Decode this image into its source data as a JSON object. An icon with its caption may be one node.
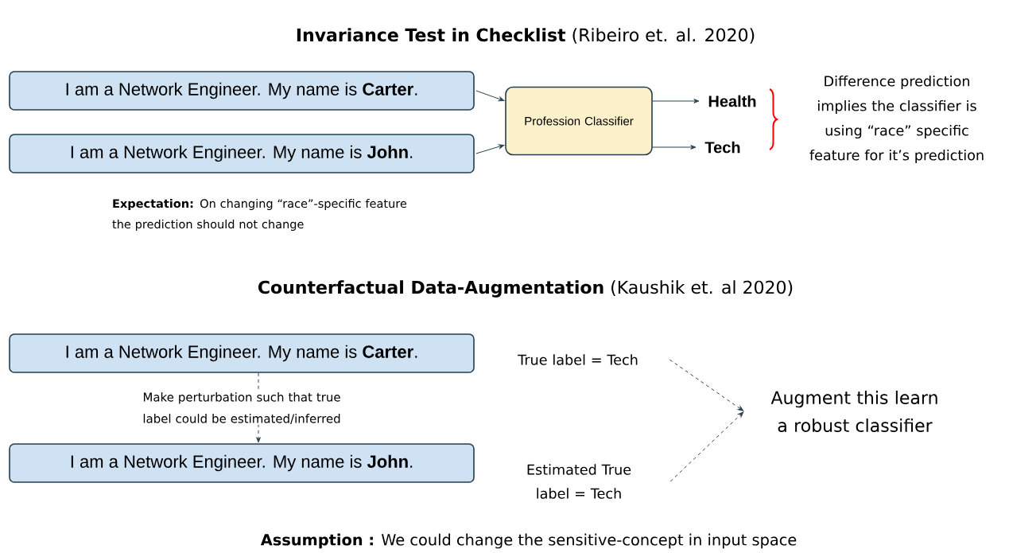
{
  "diagram": {
    "title": "**Invariance Test in Checklist** (Ribeiro et. al. 2020)",
    "nodes": [
      {
        "text": [
          "I am a Network Engineer. My name is **Carter**."
        ]
      },
      {
        "text": [
          "I am a Network Engineer. My name is **John**."
        ]
      },
      {
        "text": [
          "Profession Classifier"
        ]
      },
      {
        "text": [
          "Health"
        ]
      },
      {
        "text": [
          "Tech"
        ]
      },
      {
        "text": [
          "I am a Network Engineer. My name is **Carter**."
        ]
      },
      {
        "text": [
          "I am a Network Engineer. My name is **John**."
        ]
      },
      {
        "text": [
          "True label = Tech"
        ]
      },
      {
        "text": [
          "Estimated True label = Tech"
        ]
      },
      {
        "text": [
          "Augment this learn a robust classifier"
        ]
      }
    ],
    "edges": [
      {
        "from": 0,
        "to": 2,
        "arrow": "to"
      },
      {
        "from": 1,
        "to": 2,
        "arrow": "to"
      },
      {
        "from": 2,
        "to": 3,
        "arrow": "to"
      },
      {
        "from": 2,
        "to": 4,
        "arrow": "to"
      },
      {
        "from": 5,
        "to": 6,
        "arrow": "to",
        "style": "dashed",
        "label": "Make perturbation such that true label could be estimated/inferred"
      },
      {
        "from": 7,
        "to": 9,
        "arrow": "to",
        "style": "dashed"
      },
      {
        "from": 8,
        "to": 9,
        "arrow": "to",
        "style": "dashed"
      }
    ],
    "labels": [
      "Difference prediction implies the classifier is using “race” specific feature for it’s prediction",
      "**Expectation:** On changing “race”-specific feature the prediction should not change",
      "**Counterfactual Data-Augmentation** (Kaushik et. al 2020)",
      "**Assumption :** We could change the sensitive-concept in input space"
    ]
  }
}
